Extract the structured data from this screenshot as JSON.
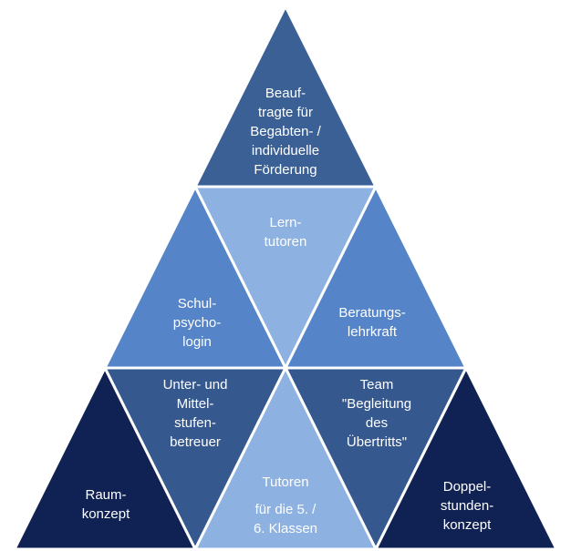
{
  "colors": {
    "tier_top": "#3a6095",
    "tier_middle_outer": "#5585c8",
    "tier_light": "#8db1e0",
    "tier_lower_inner": "#35588f",
    "tier_bottom_outer": "#102154",
    "border": "#ffffff",
    "text": "#ffffff"
  },
  "segments": [
    {
      "id": "beauftragte",
      "lines": [
        "Beauf-",
        "tragte für",
        "Begabten- /",
        "individuelle",
        "Förderung"
      ]
    },
    {
      "id": "lerntutoren",
      "lines": [
        "Lern-",
        "tutoren"
      ]
    },
    {
      "id": "schulpsychologin",
      "lines": [
        "Schul-",
        "psycho-",
        "login"
      ]
    },
    {
      "id": "beratungslehrkraft",
      "lines": [
        "Beratungs-",
        "lehrkraft"
      ]
    },
    {
      "id": "unter-mittelstufenbetreuer",
      "lines": [
        "Unter- und",
        "Mittel-",
        "stufen-",
        "betreuer"
      ]
    },
    {
      "id": "team-uebertritt",
      "lines": [
        "Team",
        "\"Begleitung",
        "des",
        "Übertritts\""
      ]
    },
    {
      "id": "raumkonzept",
      "lines": [
        "Raum-",
        "konzept"
      ]
    },
    {
      "id": "tutoren",
      "lines": [
        "Tutoren",
        "für die 5. /",
        "6. Klassen"
      ]
    },
    {
      "id": "doppelstundenkonzept",
      "lines": [
        "Doppel-",
        "stunden-",
        "konzept"
      ]
    }
  ]
}
